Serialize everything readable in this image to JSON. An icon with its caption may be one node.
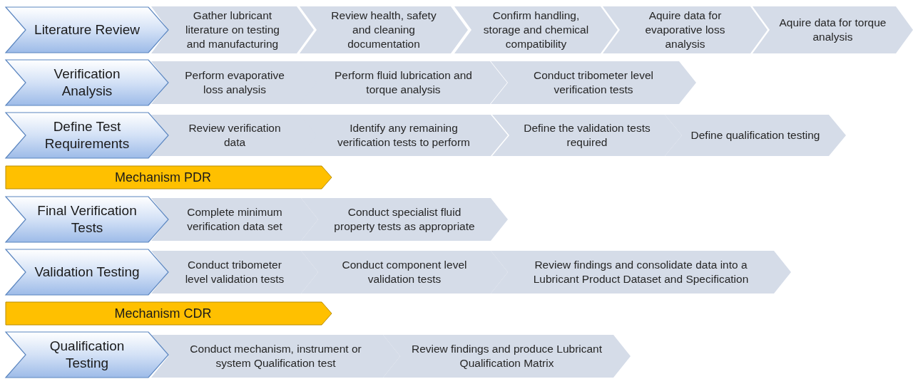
{
  "diagram": {
    "nodes": [
      {
        "text": [
          "Literature Review"
        ]
      },
      {
        "text": [
          "Gather lubricant literature on testing and manufacturing"
        ]
      },
      {
        "text": [
          "Review health, safety and cleaning documentation"
        ]
      },
      {
        "text": [
          "Confirm handling, storage and chemical compatibility"
        ]
      },
      {
        "text": [
          "Aquire data for evaporative loss analysis"
        ]
      },
      {
        "text": [
          "Aquire data for torque analysis"
        ]
      },
      {
        "text": [
          "Verification Analysis"
        ]
      },
      {
        "text": [
          "Perform evaporative loss analysis"
        ]
      },
      {
        "text": [
          "Perform fluid lubrication and torque analysis"
        ]
      },
      {
        "text": [
          "Conduct tribometer level verification tests"
        ]
      },
      {
        "text": [
          "Define Test Requirements"
        ]
      },
      {
        "text": [
          "Review verification data"
        ]
      },
      {
        "text": [
          "Identify any remaining verification tests to perform"
        ]
      },
      {
        "text": [
          "Define the validation tests required"
        ]
      },
      {
        "text": [
          "Define qualification testing"
        ]
      },
      {
        "text": [
          "Mechanism PDR"
        ]
      },
      {
        "text": [
          "Final Verification Tests"
        ]
      },
      {
        "text": [
          "Complete minimum verification data set"
        ]
      },
      {
        "text": [
          "Conduct specialist fluid property tests as appropriate"
        ]
      },
      {
        "text": [
          "Validation Testing"
        ]
      },
      {
        "text": [
          "Conduct tribometer level validation tests"
        ]
      },
      {
        "text": [
          "Conduct component level validation tests"
        ]
      },
      {
        "text": [
          "Review findings and consolidate data into a Lubricant Product Dataset and Specification"
        ]
      },
      {
        "text": [
          "Mechanism CDR"
        ]
      },
      {
        "text": [
          "Qualification Testing"
        ]
      },
      {
        "text": [
          "Conduct mechanism, instrument or system Qualification test"
        ]
      },
      {
        "text": [
          "Review findings and produce Lubricant Qualification Matrix"
        ]
      }
    ]
  }
}
